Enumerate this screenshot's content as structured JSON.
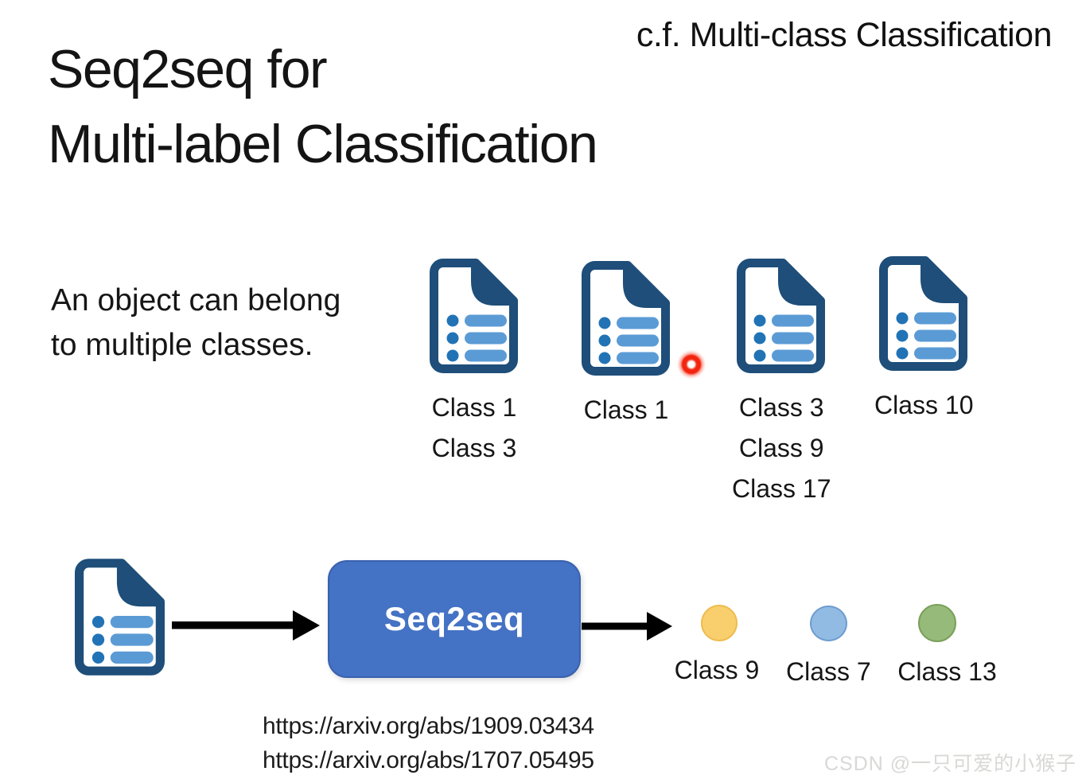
{
  "slide": {
    "title": {
      "line1": "Seq2seq for",
      "line2": "Multi-label Classification"
    },
    "header_note": "c.f. Multi-class Classification",
    "description": {
      "line1": "An object can belong",
      "line2": "to multiple classes."
    },
    "examples": [
      {
        "icon": "document-list-icon",
        "labels": [
          "Class 1",
          "Class 3"
        ]
      },
      {
        "icon": "document-list-icon",
        "labels": [
          "Class 1"
        ],
        "overlay": "laser-pointer-dot"
      },
      {
        "icon": "document-list-icon",
        "labels": [
          "Class 3",
          "Class 9",
          "Class 17"
        ]
      },
      {
        "icon": "document-list-icon",
        "labels": [
          "Class 10"
        ]
      }
    ],
    "pipeline": {
      "input_icon": "document-list-icon",
      "arrow_icon": "right-arrow-icon",
      "model_label": "Seq2seq",
      "model_color": "#4472c4",
      "outputs": [
        {
          "label": "Class 9",
          "fill": "#f9cf6e",
          "border": "#eebc4c"
        },
        {
          "label": "Class 7",
          "fill": "#92bbe4",
          "border": "#6e9cd0"
        },
        {
          "label": "Class 13",
          "fill": "#95ba79",
          "border": "#7aa05b"
        }
      ]
    },
    "references": {
      "line1": "https://arxiv.org/abs/1909.03434",
      "line2": "https://arxiv.org/abs/1707.05495"
    },
    "watermark": "CSDN @一只可爱的小猴子",
    "colors": {
      "doc_outline": "#1e4e79",
      "doc_dot": "#2173b5",
      "doc_bar": "#5b9bd5",
      "arrow": "#000000",
      "laser_dot": "#f3250f",
      "text": "#1a1a1a"
    }
  }
}
